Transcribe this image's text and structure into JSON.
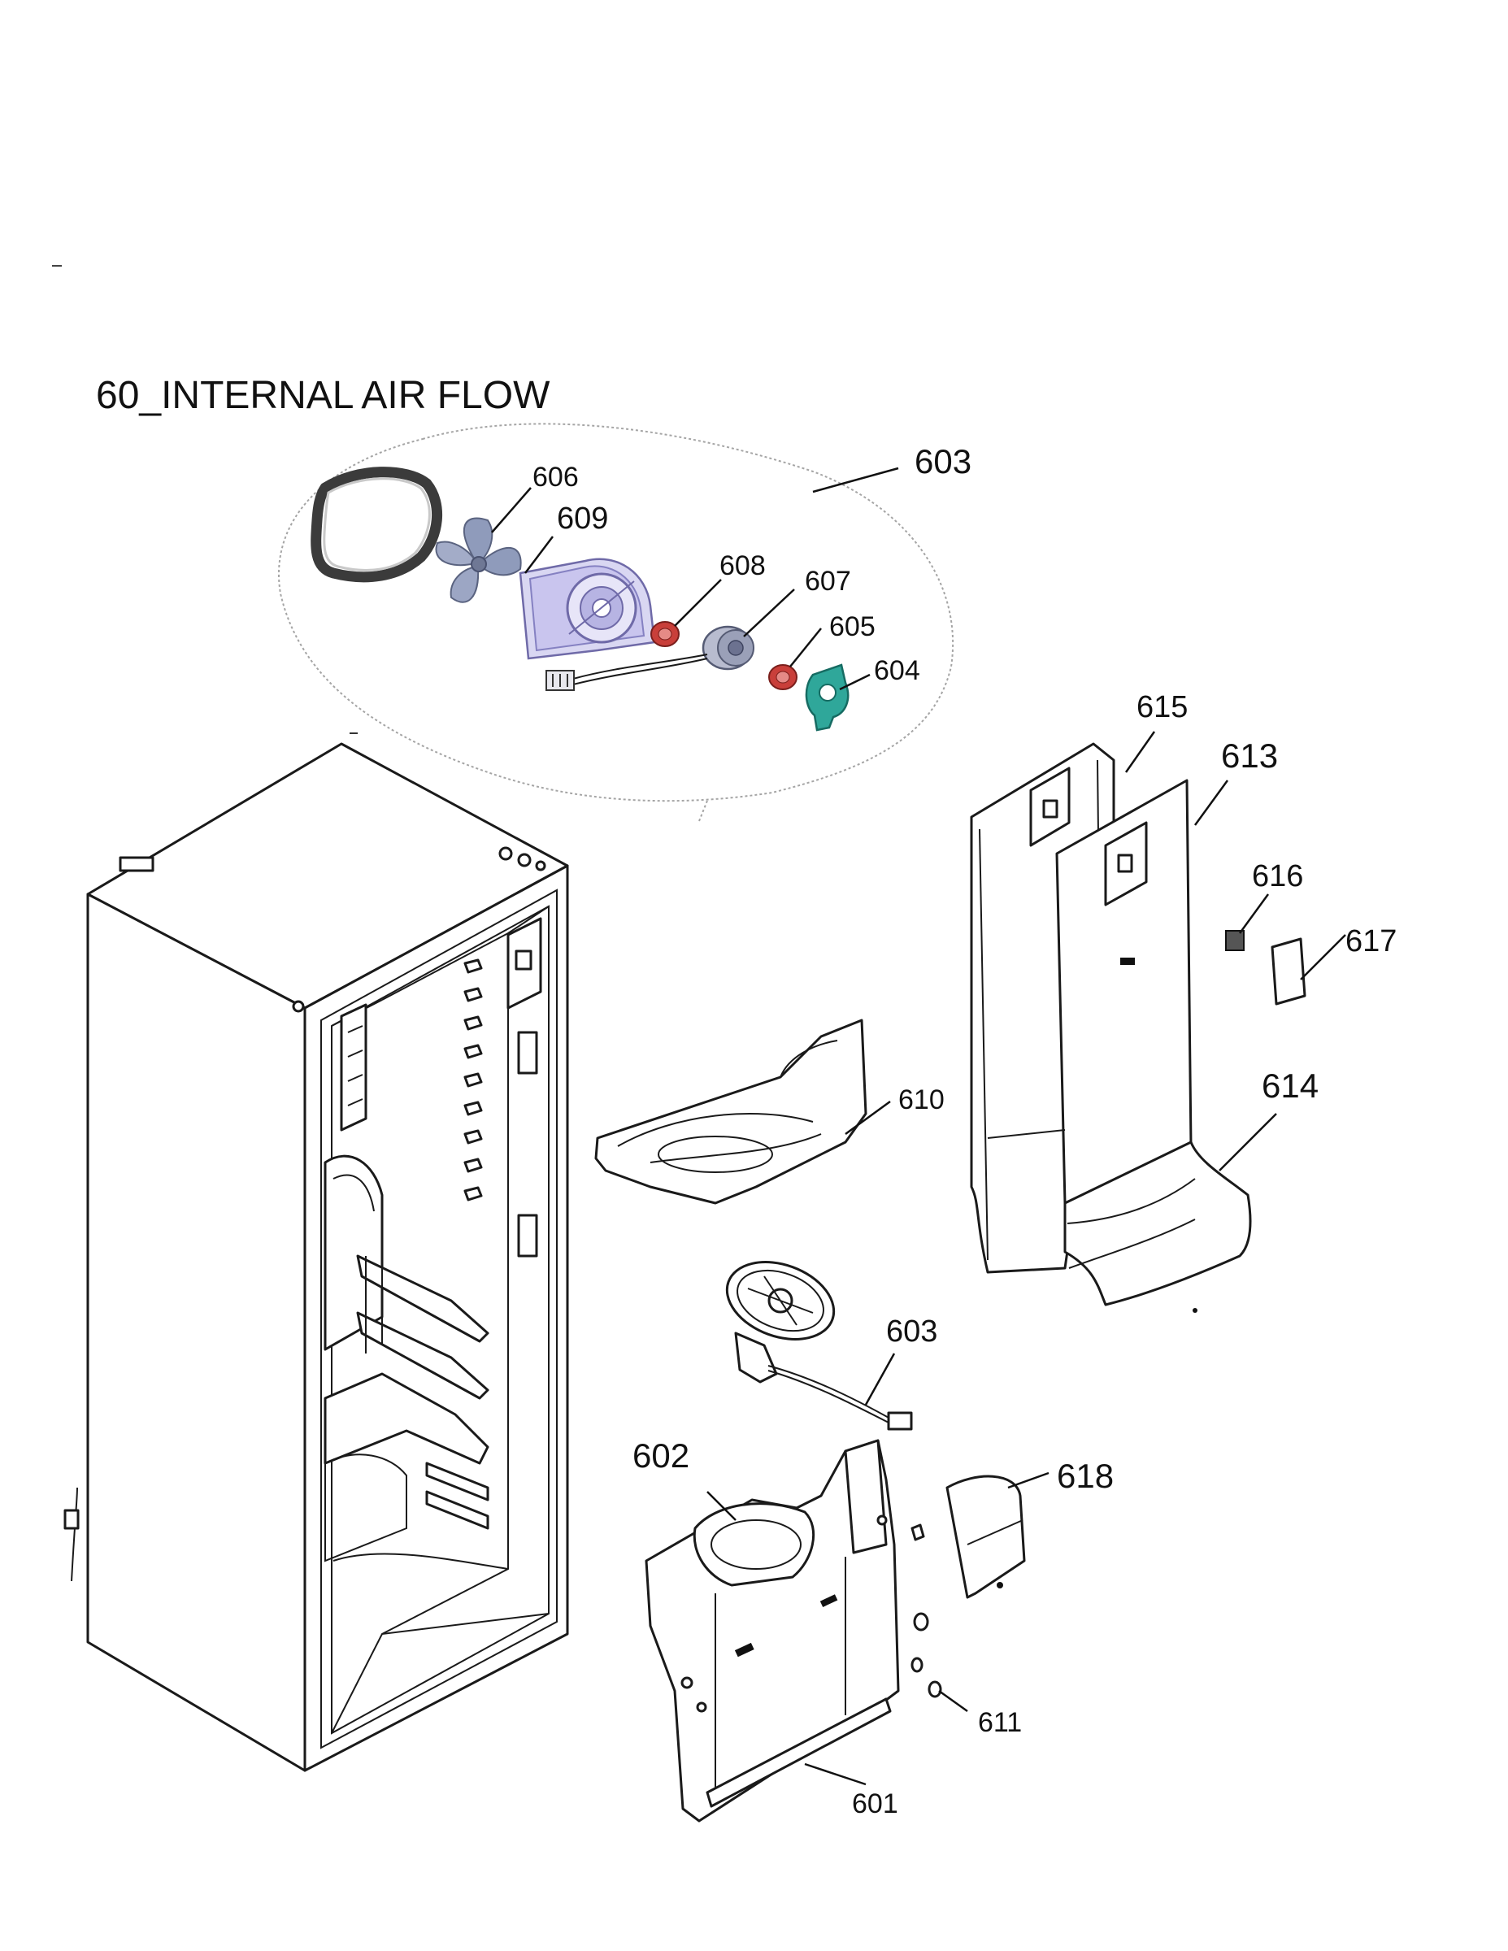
{
  "title": "60_INTERNAL AIR FLOW",
  "callouts": {
    "c603_top": "603",
    "c606": "606",
    "c609": "609",
    "c608": "608",
    "c607": "607",
    "c605": "605",
    "c604": "604",
    "c615": "615",
    "c613": "613",
    "c616": "616",
    "c617": "617",
    "c610": "610",
    "c614": "614",
    "c603_mid": "603",
    "c602": "602",
    "c618": "618",
    "c611": "611",
    "c601": "601"
  },
  "colors": {
    "fan_blade": "#8f9bbb",
    "fan_shroud": "#b7b4e3",
    "motor_cap": "#c93f3a",
    "motor": "#9aa0b8",
    "motor_bracket": "#2fa79a",
    "gasket": "#3b3b3b"
  }
}
